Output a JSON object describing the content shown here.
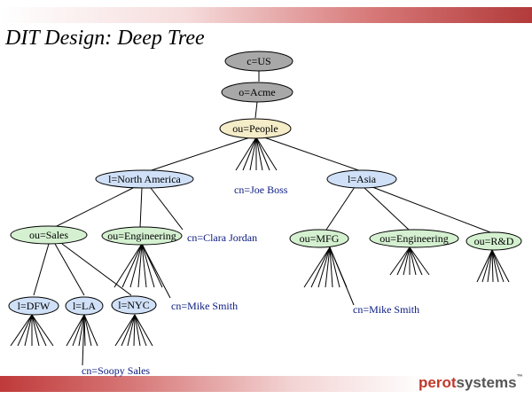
{
  "title": "DIT Design: Deep Tree",
  "colors": {
    "gray": "#a8a8a8",
    "beige": "#f5ecc8",
    "blue": "#cfe0f7",
    "green": "#d4f0d0",
    "label": "#0a1a80"
  },
  "nodes": {
    "c_us": "c=US",
    "o_acme": "o=Acme",
    "ou_people": "ou=People",
    "l_north_america": "l=North America",
    "l_asia": "l=Asia",
    "ou_sales": "ou=Sales",
    "ou_engineering_na": "ou=Engineering",
    "ou_mfg": "ou=MFG",
    "ou_engineering_asia": "ou=Engineering",
    "ou_rd": "ou=R&D",
    "l_dfw": "l=DFW",
    "l_la": "l=LA",
    "l_nyc": "l=NYC"
  },
  "labels": {
    "joe_boss": "cn=Joe Boss",
    "clara_jordan": "cn=Clara Jordan",
    "mike_smith_na": "cn=Mike Smith",
    "mike_smith_asia": "cn=Mike Smith",
    "soopy_sales": "cn=Soopy Sales"
  },
  "logo": {
    "part1": "perot",
    "part2": "systems",
    "tm": "™"
  }
}
